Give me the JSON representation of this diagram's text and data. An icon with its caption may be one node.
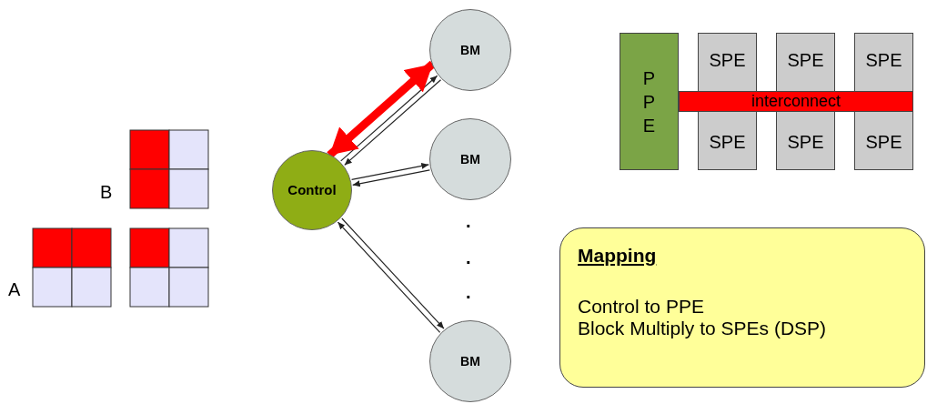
{
  "diagram": {
    "nodes": [
      {
        "text": [
          "Control"
        ]
      },
      {
        "text": [
          "BM"
        ]
      },
      {
        "text": [
          "BM"
        ]
      },
      {
        "text": [
          "BM"
        ]
      },
      {
        "text": [
          "PPE"
        ]
      },
      {
        "text": [
          "SPE"
        ]
      },
      {
        "text": [
          "SPE"
        ]
      },
      {
        "text": [
          "SPE"
        ]
      },
      {
        "text": [
          "SPE"
        ]
      },
      {
        "text": [
          "SPE"
        ]
      },
      {
        "text": [
          "SPE"
        ]
      },
      {
        "text": [
          "interconnect"
        ]
      },
      {
        "text": [
          "Mapping",
          "Control to PPE",
          "Block Multiply to SPEs (DSP)"
        ]
      }
    ],
    "edges": [
      {
        "from": 0,
        "to": 1,
        "arrow": "to"
      },
      {
        "from": 1,
        "to": 0,
        "arrow": "to"
      },
      {
        "from": 0,
        "to": 2,
        "arrow": "to"
      },
      {
        "from": 2,
        "to": 0,
        "arrow": "to"
      },
      {
        "from": 0,
        "to": 3,
        "arrow": "to"
      },
      {
        "from": 3,
        "to": 0,
        "arrow": "to"
      },
      {
        "from": 0,
        "to": 1,
        "arrow": "both",
        "style": "thick",
        "color": "#ff0000"
      }
    ],
    "labels": [
      "B",
      "A",
      ".",
      ".",
      "."
    ]
  }
}
